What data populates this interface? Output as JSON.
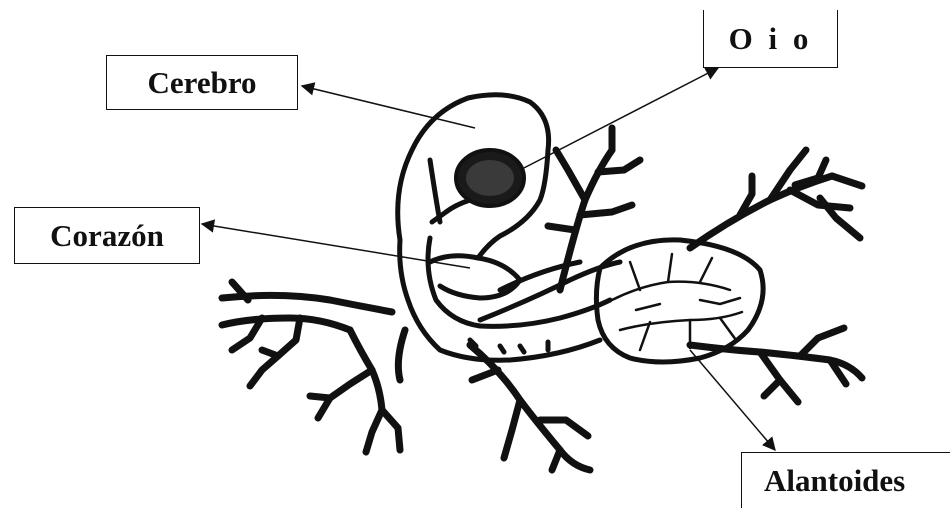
{
  "labels": {
    "brain": "Cerebro",
    "eye": "O i o",
    "heart": "Corazón",
    "allantois": "Alantoides"
  },
  "colors": {
    "ink": "#111111",
    "background": "#ffffff"
  }
}
